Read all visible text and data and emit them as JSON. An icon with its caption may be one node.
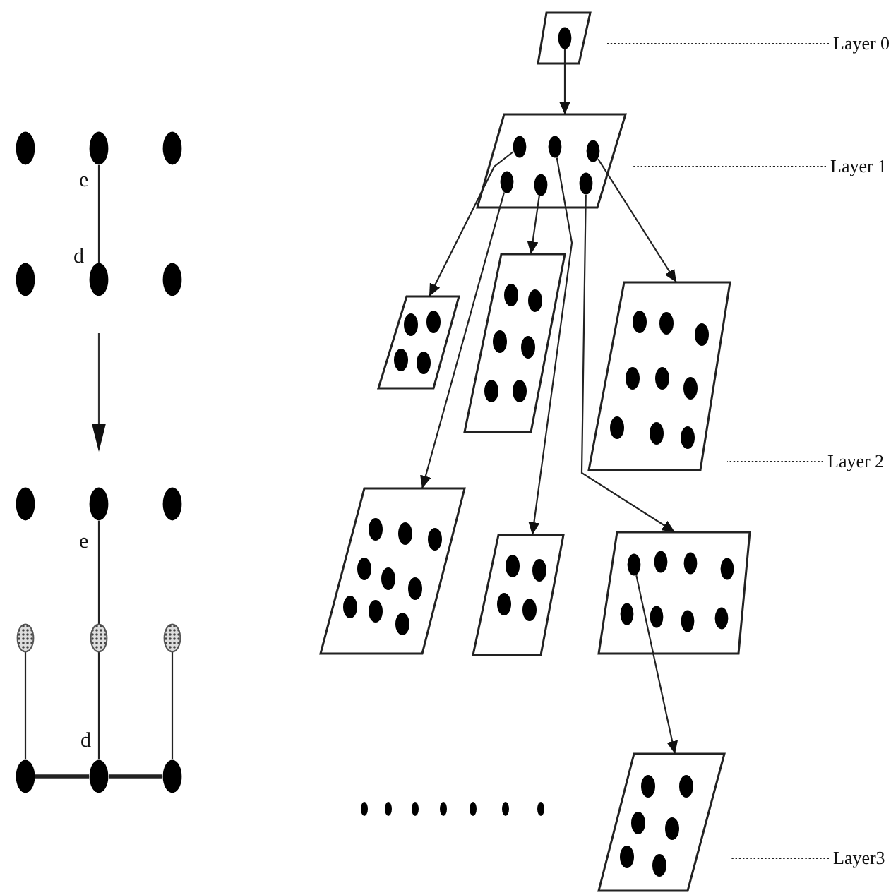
{
  "diagram": {
    "nodes": [
      {
        "text": [],
        "shape": "circle"
      },
      {
        "text": [],
        "shape": "circle"
      },
      {
        "text": [],
        "shape": "circle"
      },
      {
        "text": [],
        "shape": "circle"
      },
      {
        "text": [],
        "shape": "circle"
      },
      {
        "text": [],
        "shape": "circle"
      },
      {
        "text": [],
        "shape": "circle"
      },
      {
        "text": [],
        "shape": "circle"
      },
      {
        "text": [],
        "shape": "circle"
      },
      {
        "text": [],
        "shape": "circle"
      },
      {
        "text": [],
        "shape": "circle"
      },
      {
        "text": [],
        "shape": "circle"
      },
      {
        "text": [],
        "shape": "circle"
      },
      {
        "text": [],
        "shape": "circle"
      },
      {
        "text": [],
        "shape": "circle"
      },
      {
        "text": [],
        "shape": "parallelogram"
      },
      {
        "text": [],
        "shape": "circle",
        "in": 15
      },
      {
        "text": [],
        "shape": "parallelogram"
      },
      {
        "text": [],
        "shape": "circle",
        "in": 17
      },
      {
        "text": [],
        "shape": "circle",
        "in": 17
      },
      {
        "text": [],
        "shape": "circle",
        "in": 17
      },
      {
        "text": [],
        "shape": "circle",
        "in": 17
      },
      {
        "text": [],
        "shape": "circle",
        "in": 17
      },
      {
        "text": [],
        "shape": "circle",
        "in": 17
      },
      {
        "text": [],
        "shape": "parallelogram"
      },
      {
        "text": [],
        "shape": "parallelogram"
      },
      {
        "text": [],
        "shape": "parallelogram"
      },
      {
        "text": [],
        "shape": "parallelogram"
      },
      {
        "text": [],
        "shape": "parallelogram"
      },
      {
        "text": [],
        "shape": "parallelogram"
      },
      {
        "text": [],
        "shape": "circle",
        "in": 29
      },
      {
        "text": [],
        "shape": "parallelogram"
      },
      {
        "text": [
          "Layer 0"
        ]
      },
      {
        "text": [
          "Layer 1"
        ]
      },
      {
        "text": [
          "Layer 2"
        ]
      },
      {
        "text": [
          "Layer3"
        ]
      },
      {
        "text": [],
        "shape": "circle",
        "in": 29
      },
      {
        "text": [],
        "shape": "circle",
        "in": 29
      },
      {
        "text": [],
        "shape": "circle",
        "in": 29
      },
      {
        "text": [],
        "shape": "circle",
        "in": 29
      },
      {
        "text": [],
        "shape": "circle",
        "in": 29
      },
      {
        "text": [],
        "shape": "circle",
        "in": 29
      },
      {
        "text": [],
        "shape": "circle",
        "in": 29
      }
    ],
    "edges": [
      {
        "from": 1,
        "to": 4,
        "arrow": "none"
      },
      {
        "from": 7,
        "to": 10,
        "arrow": "none"
      },
      {
        "from": 9,
        "to": 12,
        "arrow": "none"
      },
      {
        "from": 10,
        "to": 13,
        "arrow": "none"
      },
      {
        "from": 11,
        "to": 14,
        "arrow": "none"
      },
      {
        "from": 12,
        "to": 13,
        "arrow": "none",
        "style": "thick"
      },
      {
        "from": 13,
        "to": 14,
        "arrow": "none",
        "style": "thick"
      },
      {
        "from": 16,
        "to": 17,
        "arrow": "to"
      },
      {
        "from": 18,
        "to": 24,
        "arrow": "to"
      },
      {
        "from": 21,
        "to": 27,
        "arrow": "to"
      },
      {
        "from": 22,
        "to": 25,
        "arrow": "to"
      },
      {
        "from": 19,
        "to": 28,
        "arrow": "to"
      },
      {
        "from": 23,
        "to": 29,
        "arrow": "to"
      },
      {
        "from": 20,
        "to": 26,
        "arrow": "to"
      },
      {
        "from": 30,
        "to": 31,
        "arrow": "to"
      },
      {
        "from": 32,
        "to": null,
        "arrow": "none",
        "style": "dashed"
      },
      {
        "from": 33,
        "to": null,
        "arrow": "none",
        "style": "dashed"
      },
      {
        "from": 34,
        "to": null,
        "arrow": "none",
        "style": "dashed"
      },
      {
        "from": 35,
        "to": null,
        "arrow": "none",
        "style": "dashed"
      }
    ],
    "labels": [
      "e",
      "d",
      "e",
      "d"
    ]
  }
}
